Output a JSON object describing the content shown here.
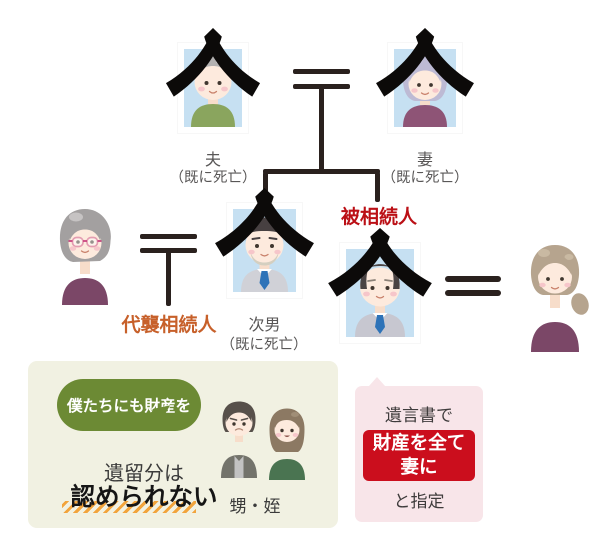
{
  "tree": {
    "husband": {
      "label": "夫",
      "status": "（既に死亡）"
    },
    "wife": {
      "label": "妻",
      "status": "（既に死亡）"
    },
    "second_son": {
      "label": "次男",
      "status": "（既に死亡）"
    },
    "decedent_label": "被相続人",
    "substitute_heir_label": "代襲相続人"
  },
  "left_panel": {
    "bubble": "僕たちにも財産を",
    "text_line1": "遺留分は",
    "text_line2": "認められない",
    "caption": "甥・姪"
  },
  "right_panel": {
    "line1": "遺言書で",
    "highlight_line1": "財産を全て",
    "highlight_line2": "妻に",
    "line3": "と指定"
  },
  "colors": {
    "connector": "#2a211e",
    "decedent_red": "#bb1016",
    "substitute_orange": "#c7602a",
    "label_gray": "#595757",
    "bubble_green": "#6c8a34",
    "left_panel_bg": "#f1f1e2",
    "right_panel_bg": "#f8e5e9",
    "highlight_red": "#cb0e1d",
    "underline_hatch": "#f2a43c",
    "photo_blue": "#c6e0f2"
  }
}
